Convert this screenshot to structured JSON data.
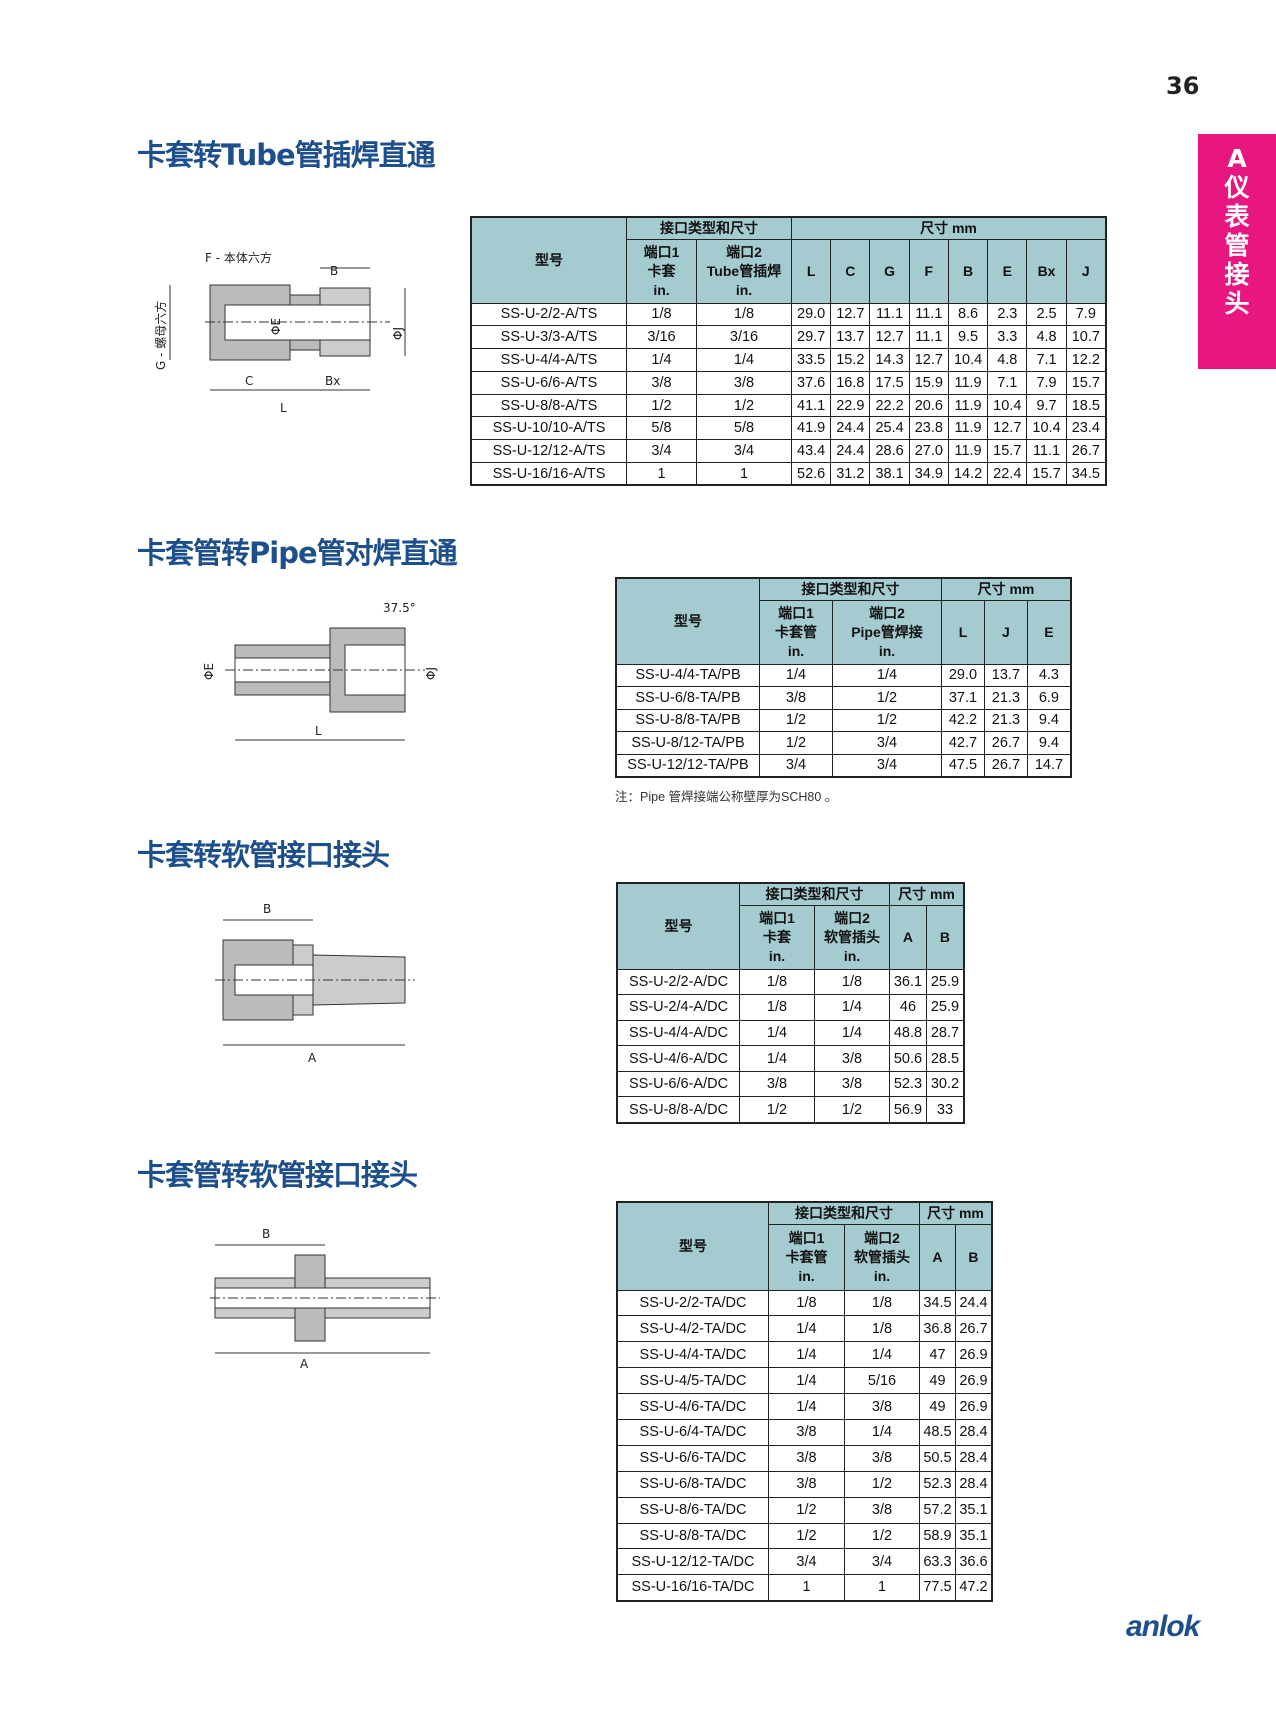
{
  "page_number": "36",
  "side_tab": {
    "letter": "A",
    "text": "仪表管接头"
  },
  "logo": "anlok",
  "colors": {
    "title": "#1d4f8c",
    "tab": "#e8177f",
    "header": "#a4cbd0"
  },
  "sections": [
    {
      "title": "卡套转Tube管插焊直通",
      "diagram": {
        "hex_body": "F - 本体六方",
        "b": "B",
        "hex_nut": "G - 螺母六方",
        "e": "ΦE",
        "j": "ΦJ",
        "c": "C",
        "bx": "Bx",
        "l": "L"
      },
      "table": {
        "model": "型号",
        "port_group": "接口类型和尺寸",
        "dim_group": "尺寸 mm",
        "ports": [
          "端口1\n卡套\nin.",
          "端口2\nTube管插焊\nin."
        ],
        "dims": [
          "L",
          "C",
          "G",
          "F",
          "B",
          "E",
          "Bx",
          "J"
        ],
        "rows": [
          [
            "SS-U-2/2-A/TS",
            "1/8",
            "1/8",
            "29.0",
            "12.7",
            "11.1",
            "11.1",
            "8.6",
            "2.3",
            "2.5",
            "7.9"
          ],
          [
            "SS-U-3/3-A/TS",
            "3/16",
            "3/16",
            "29.7",
            "13.7",
            "12.7",
            "11.1",
            "9.5",
            "3.3",
            "4.8",
            "10.7"
          ],
          [
            "SS-U-4/4-A/TS",
            "1/4",
            "1/4",
            "33.5",
            "15.2",
            "14.3",
            "12.7",
            "10.4",
            "4.8",
            "7.1",
            "12.2"
          ],
          [
            "SS-U-6/6-A/TS",
            "3/8",
            "3/8",
            "37.6",
            "16.8",
            "17.5",
            "15.9",
            "11.9",
            "7.1",
            "7.9",
            "15.7"
          ],
          [
            "SS-U-8/8-A/TS",
            "1/2",
            "1/2",
            "41.1",
            "22.9",
            "22.2",
            "20.6",
            "11.9",
            "10.4",
            "9.7",
            "18.5"
          ],
          [
            "SS-U-10/10-A/TS",
            "5/8",
            "5/8",
            "41.9",
            "24.4",
            "25.4",
            "23.8",
            "11.9",
            "12.7",
            "10.4",
            "23.4"
          ],
          [
            "SS-U-12/12-A/TS",
            "3/4",
            "3/4",
            "43.4",
            "24.4",
            "28.6",
            "27.0",
            "11.9",
            "15.7",
            "11.1",
            "26.7"
          ],
          [
            "SS-U-16/16-A/TS",
            "1",
            "1",
            "52.6",
            "31.2",
            "38.1",
            "34.9",
            "14.2",
            "22.4",
            "15.7",
            "34.5"
          ]
        ]
      }
    },
    {
      "title": "卡套管转Pipe管对焊直通",
      "diagram": {
        "angle": "37.5°",
        "e": "ΦE",
        "j": "ΦJ",
        "l": "L"
      },
      "table": {
        "model": "型号",
        "port_group": "接口类型和尺寸",
        "dim_group": "尺寸 mm",
        "ports": [
          "端口1\n卡套管\nin.",
          "端口2\nPipe管焊接\nin."
        ],
        "dims": [
          "L",
          "J",
          "E"
        ],
        "rows": [
          [
            "SS-U-4/4-TA/PB",
            "1/4",
            "1/4",
            "29.0",
            "13.7",
            "4.3"
          ],
          [
            "SS-U-6/8-TA/PB",
            "3/8",
            "1/2",
            "37.1",
            "21.3",
            "6.9"
          ],
          [
            "SS-U-8/8-TA/PB",
            "1/2",
            "1/2",
            "42.2",
            "21.3",
            "9.4"
          ],
          [
            "SS-U-8/12-TA/PB",
            "1/2",
            "3/4",
            "42.7",
            "26.7",
            "9.4"
          ],
          [
            "SS-U-12/12-TA/PB",
            "3/4",
            "3/4",
            "47.5",
            "26.7",
            "14.7"
          ]
        ]
      },
      "note": "注：Pipe 管焊接端公称壁厚为SCH80 。"
    },
    {
      "title": "卡套转软管接口接头",
      "diagram": {
        "b": "B",
        "a": "A"
      },
      "table": {
        "model": "型号",
        "port_group": "接口类型和尺寸",
        "dim_group": "尺寸 mm",
        "ports": [
          "端口1\n卡套\nin.",
          "端口2\n软管插头\nin."
        ],
        "dims": [
          "A",
          "B"
        ],
        "rows": [
          [
            "SS-U-2/2-A/DC",
            "1/8",
            "1/8",
            "36.1",
            "25.9"
          ],
          [
            "SS-U-2/4-A/DC",
            "1/8",
            "1/4",
            "46",
            "25.9"
          ],
          [
            "SS-U-4/4-A/DC",
            "1/4",
            "1/4",
            "48.8",
            "28.7"
          ],
          [
            "SS-U-4/6-A/DC",
            "1/4",
            "3/8",
            "50.6",
            "28.5"
          ],
          [
            "SS-U-6/6-A/DC",
            "3/8",
            "3/8",
            "52.3",
            "30.2"
          ],
          [
            "SS-U-8/8-A/DC",
            "1/2",
            "1/2",
            "56.9",
            "33"
          ]
        ]
      }
    },
    {
      "title": "卡套管转软管接口接头",
      "diagram": {
        "b": "B",
        "a": "A"
      },
      "table": {
        "model": "型号",
        "port_group": "接口类型和尺寸",
        "dim_group": "尺寸 mm",
        "ports": [
          "端口1\n卡套管\nin.",
          "端口2\n软管插头\nin."
        ],
        "dims": [
          "A",
          "B"
        ],
        "rows": [
          [
            "SS-U-2/2-TA/DC",
            "1/8",
            "1/8",
            "34.5",
            "24.4"
          ],
          [
            "SS-U-4/2-TA/DC",
            "1/4",
            "1/8",
            "36.8",
            "26.7"
          ],
          [
            "SS-U-4/4-TA/DC",
            "1/4",
            "1/4",
            "47",
            "26.9"
          ],
          [
            "SS-U-4/5-TA/DC",
            "1/4",
            "5/16",
            "49",
            "26.9"
          ],
          [
            "SS-U-4/6-TA/DC",
            "1/4",
            "3/8",
            "49",
            "26.9"
          ],
          [
            "SS-U-6/4-TA/DC",
            "3/8",
            "1/4",
            "48.5",
            "28.4"
          ],
          [
            "SS-U-6/6-TA/DC",
            "3/8",
            "3/8",
            "50.5",
            "28.4"
          ],
          [
            "SS-U-6/8-TA/DC",
            "3/8",
            "1/2",
            "52.3",
            "28.4"
          ],
          [
            "SS-U-8/6-TA/DC",
            "1/2",
            "3/8",
            "57.2",
            "35.1"
          ],
          [
            "SS-U-8/8-TA/DC",
            "1/2",
            "1/2",
            "58.9",
            "35.1"
          ],
          [
            "SS-U-12/12-TA/DC",
            "3/4",
            "3/4",
            "63.3",
            "36.6"
          ],
          [
            "SS-U-16/16-TA/DC",
            "1",
            "1",
            "77.5",
            "47.2"
          ]
        ]
      }
    }
  ]
}
